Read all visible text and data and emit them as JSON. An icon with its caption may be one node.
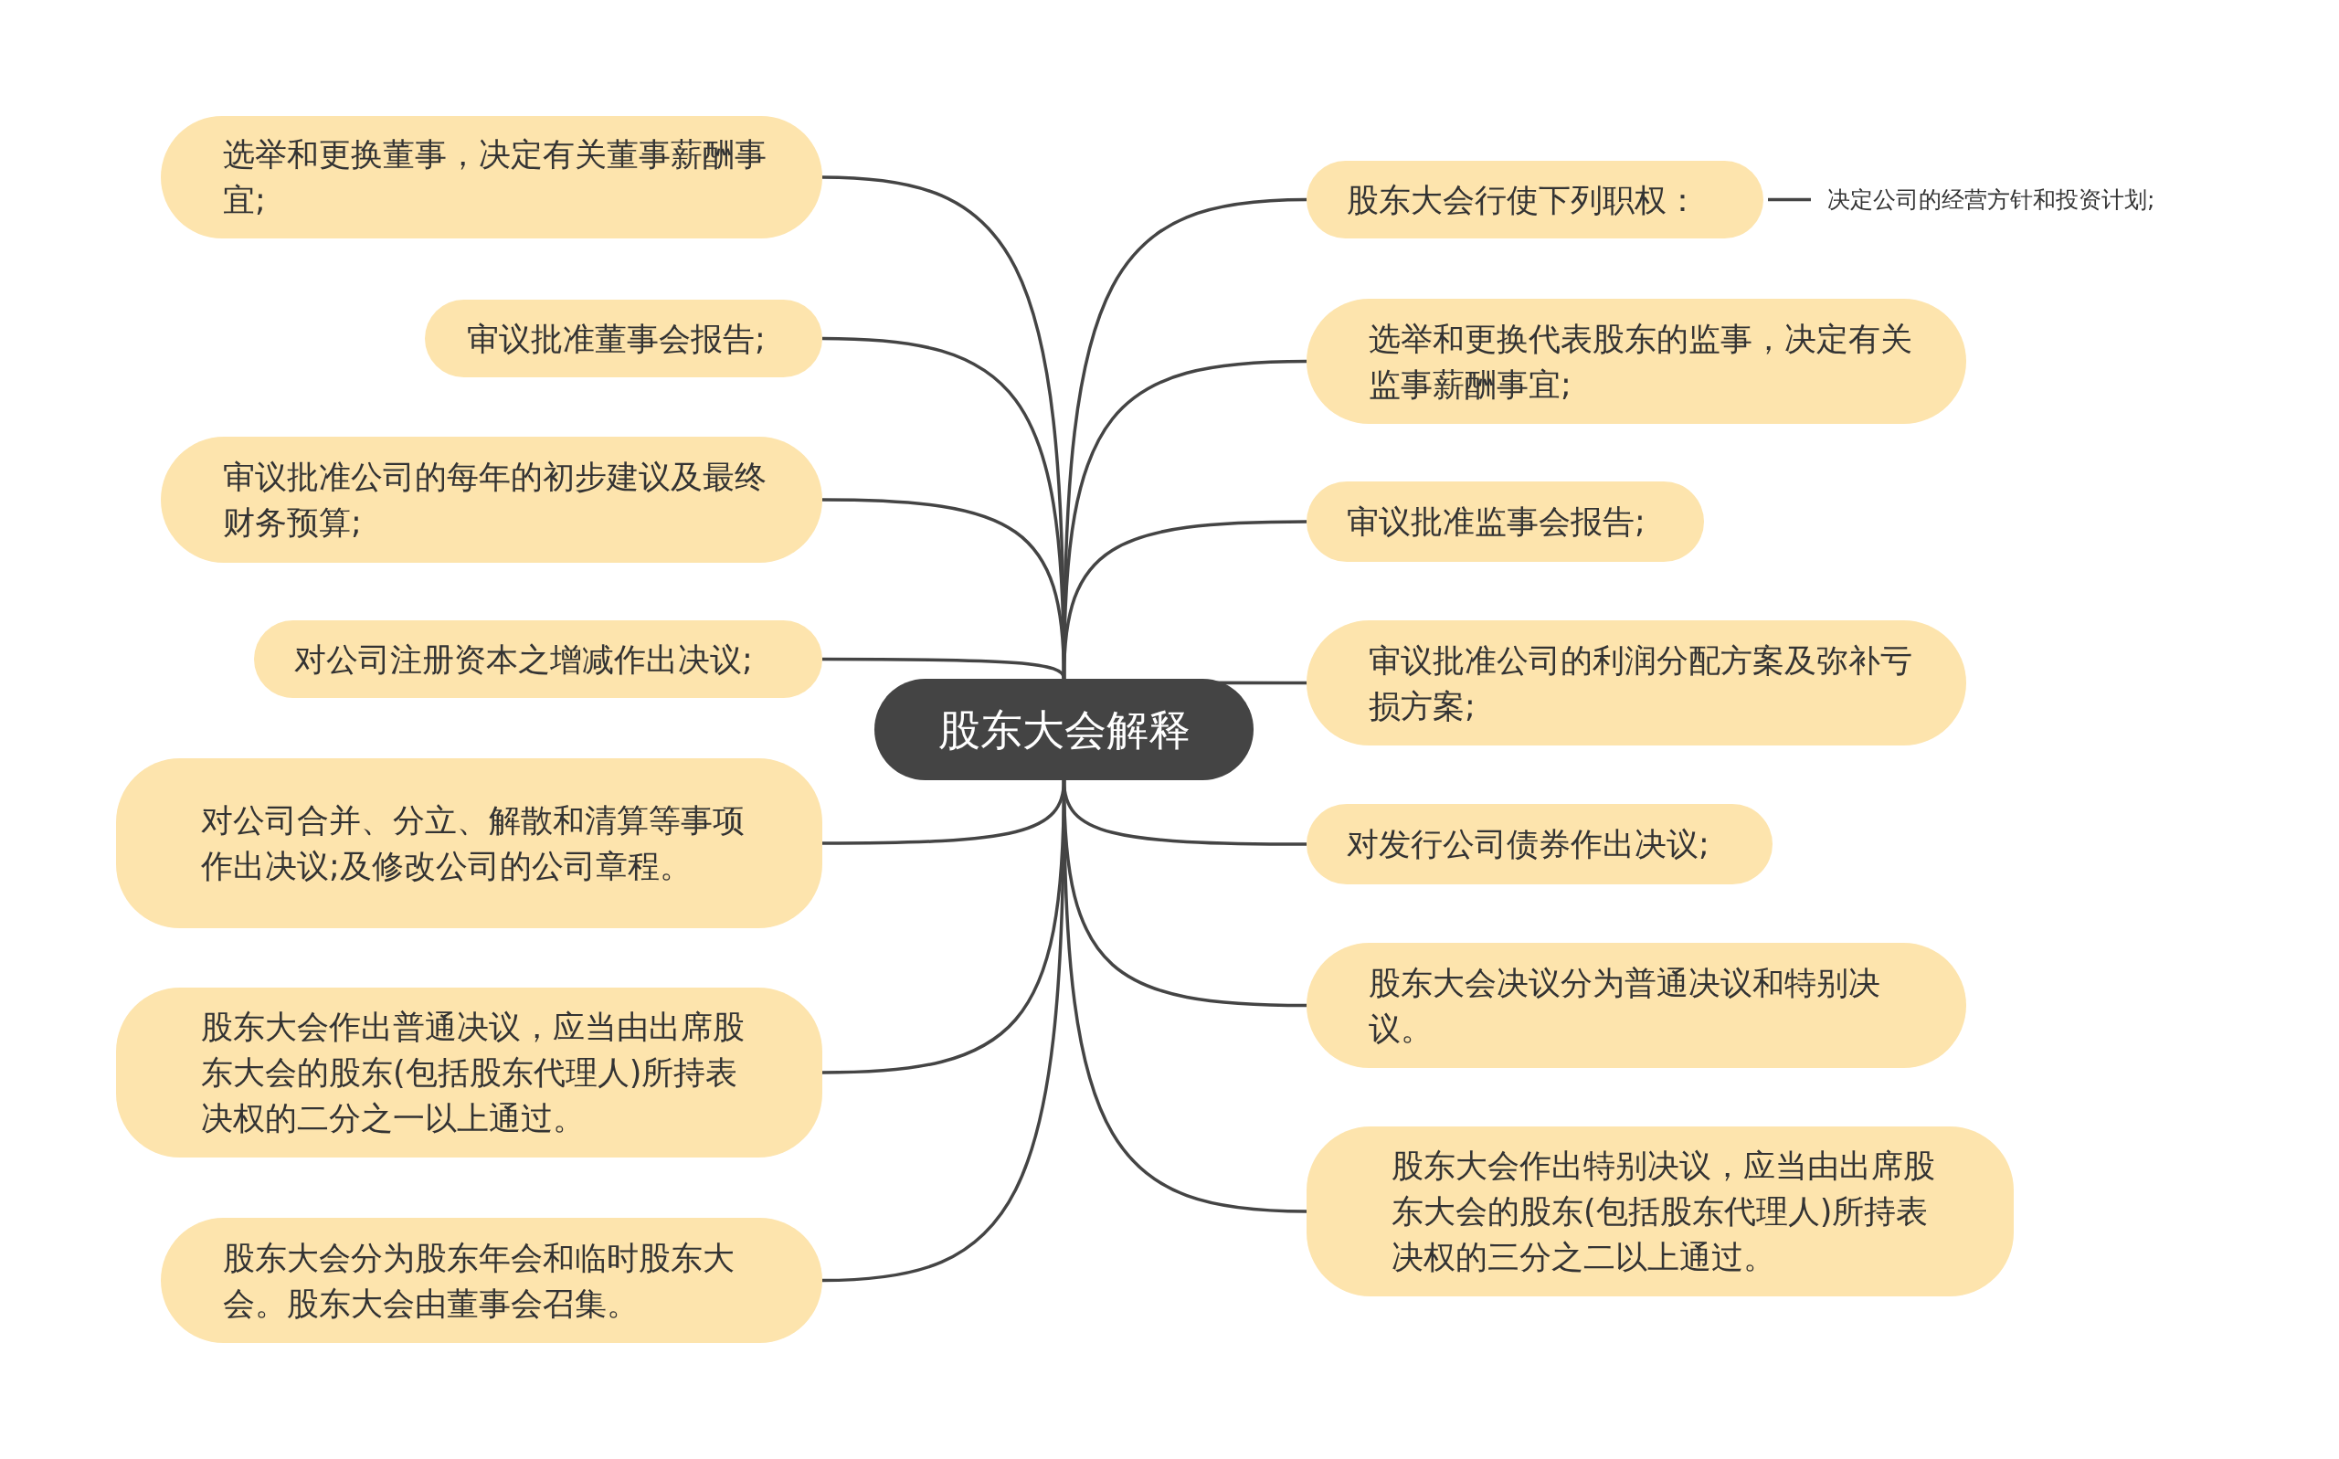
{
  "diagram": {
    "nodes": [
      {
        "text": [
          "股东大会解释"
        ]
      },
      {
        "text": [
          "选举和更换董事，决定有关董事薪酬事宜;"
        ]
      },
      {
        "text": [
          "审议批准董事会报告;"
        ]
      },
      {
        "text": [
          "审议批准公司的每年的初步建议及最终财务预算;"
        ]
      },
      {
        "text": [
          "对公司注册资本之增减作出决议;"
        ]
      },
      {
        "text": [
          "对公司合并、分立、解散和清算等事项作出决议;及修改公司的公司章程。"
        ]
      },
      {
        "text": [
          "股东大会作出普通决议，应当由出席股东大会的股东(包括股东代理人)所持表决权的二分之一以上通过。"
        ]
      },
      {
        "text": [
          "股东大会分为股东年会和临时股东大会。股东大会由董事会召集。"
        ]
      },
      {
        "text": [
          "股东大会行使下列职权："
        ]
      },
      {
        "text": [
          "决定公司的经营方针和投资计划;"
        ]
      },
      {
        "text": [
          "选举和更换代表股东的监事，决定有关监事薪酬事宜;"
        ]
      },
      {
        "text": [
          "审议批准监事会报告;"
        ]
      },
      {
        "text": [
          "审议批准公司的利润分配方案及弥补亏损方案;"
        ]
      },
      {
        "text": [
          "对发行公司债券作出决议;"
        ]
      },
      {
        "text": [
          "股东大会决议分为普通决议和特别决议。"
        ]
      },
      {
        "text": [
          "股东大会作出特别决议，应当由出席股东大会的股东(包括股东代理人)所持表决权的三分之二以上通过。"
        ]
      }
    ],
    "edges": [
      {
        "from": 0,
        "to": 1,
        "arrow": "none"
      },
      {
        "from": 0,
        "to": 2,
        "arrow": "none"
      },
      {
        "from": 0,
        "to": 3,
        "arrow": "none"
      },
      {
        "from": 0,
        "to": 4,
        "arrow": "none"
      },
      {
        "from": 0,
        "to": 5,
        "arrow": "none"
      },
      {
        "from": 0,
        "to": 6,
        "arrow": "none"
      },
      {
        "from": 0,
        "to": 7,
        "arrow": "none"
      },
      {
        "from": 0,
        "to": 8,
        "arrow": "none"
      },
      {
        "from": 8,
        "to": 9,
        "arrow": "none"
      },
      {
        "from": 0,
        "to": 10,
        "arrow": "none"
      },
      {
        "from": 0,
        "to": 11,
        "arrow": "none"
      },
      {
        "from": 0,
        "to": 12,
        "arrow": "none"
      },
      {
        "from": 0,
        "to": 13,
        "arrow": "none"
      },
      {
        "from": 0,
        "to": 14,
        "arrow": "none"
      },
      {
        "from": 0,
        "to": 15,
        "arrow": "none"
      }
    ]
  }
}
